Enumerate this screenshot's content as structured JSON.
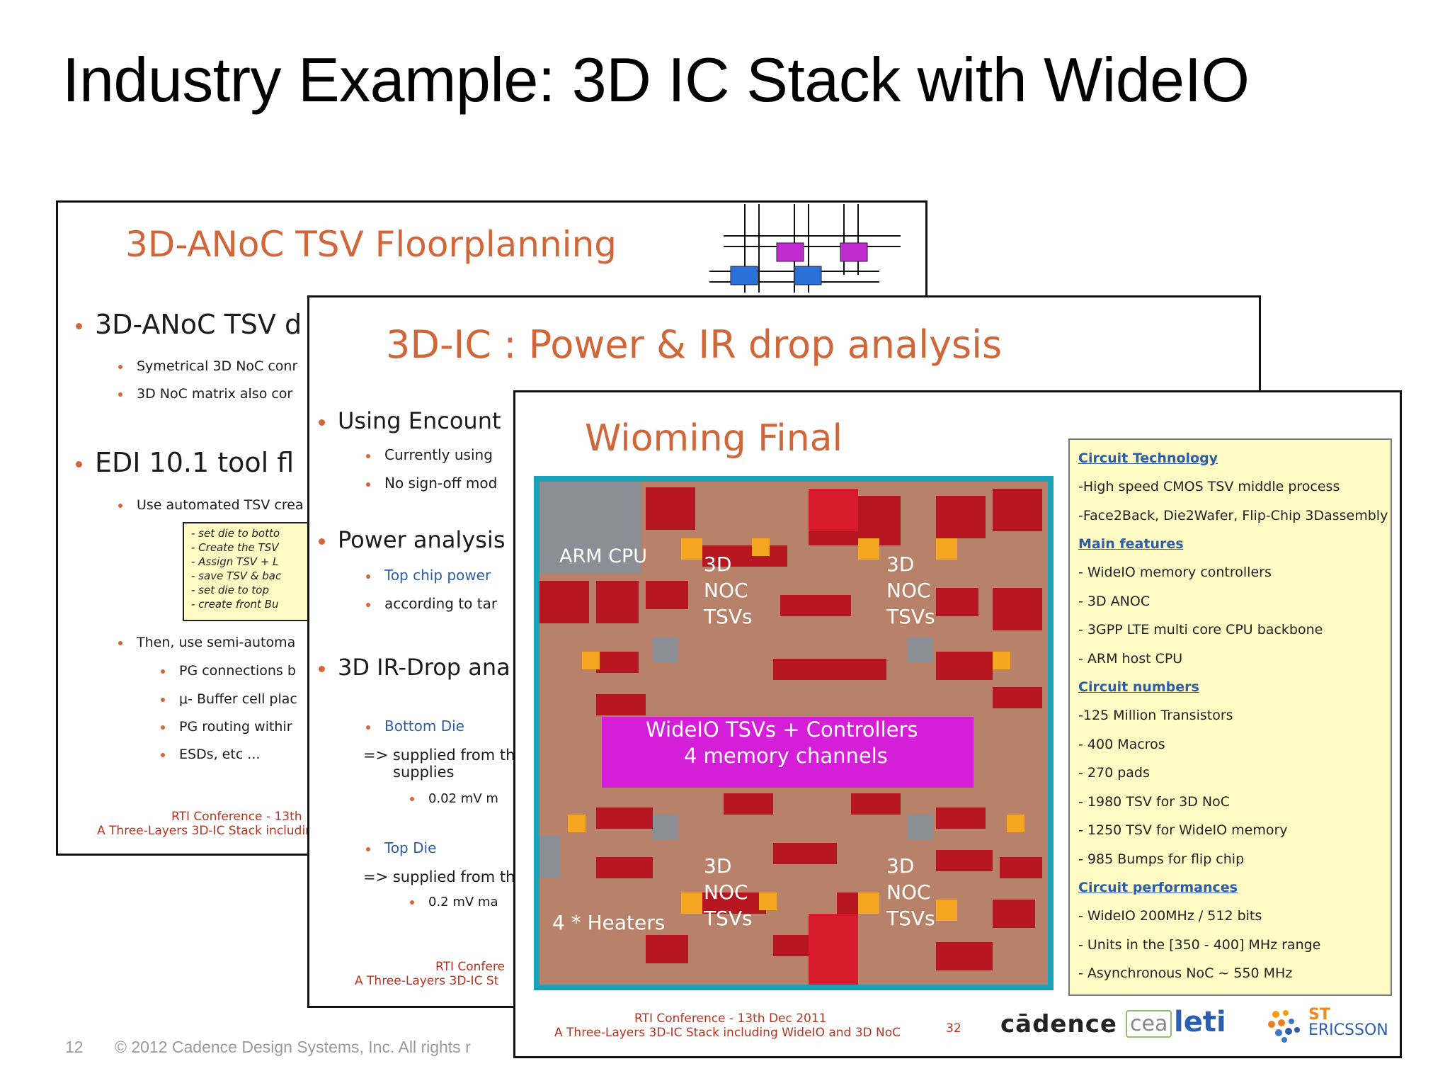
{
  "title": "Industry Example: 3D IC Stack with WideIO",
  "footer": {
    "page_number": "12",
    "copyright": "© 2012 Cadence Design Systems, Inc. All rights r"
  },
  "slide1": {
    "title": "3D-ANoC TSV Floorplanning",
    "bullet1": "3D-ANoC TSV d",
    "sub1": "Symetrical 3D NoC conr",
    "sub2": "3D NoC matrix also cor",
    "bullet2": "EDI 10.1 tool fl",
    "sub3": "Use automated TSV crea",
    "code": [
      "- set die to botto",
      "- Create the TSV",
      "- Assign TSV + L",
      "- save TSV & bac",
      "- set die to top",
      "- create front Bu"
    ],
    "sub4": "Then, use semi-automa",
    "subsub": [
      "PG connections b",
      "μ- Buffer cell plac",
      "PG routing  withir",
      "ESDs, etc ..."
    ],
    "footer1": "RTI Conference - 13th",
    "footer2": "A Three-Layers 3D-IC Stack includir"
  },
  "slide2": {
    "title": "3D-IC : Power & IR drop analysis",
    "b1": "Using Encount",
    "b1s1": "Currently using",
    "b1s2": "No sign-off mod",
    "b2": "Power analysis",
    "b2s1": "Top chip power",
    "b2s2": "according to tar",
    "b3": "3D IR-Drop ana",
    "bottom_die": "Bottom Die",
    "supplied1a": "=> supplied from th",
    "supplied1b": "supplies",
    "mv1": "0.02 mV  m",
    "top_die": "Top Die",
    "supplied2": "=> supplied from th",
    "mv2": "0.2 mV  ma",
    "footer1": "RTI Confere",
    "footer2": "A Three-Layers 3D-IC St"
  },
  "slide3": {
    "title": "Wioming Final",
    "chip_labels": {
      "arm": "ARM CPU",
      "noc": [
        "3D",
        "NOC",
        "TSVs"
      ],
      "wideio1": "WideIO TSVs + Controllers",
      "wideio2": "4 memory channels",
      "heaters": "4 * Heaters"
    },
    "spec": [
      {
        "h": "Circuit Technology"
      },
      {
        "t": "-High speed CMOS TSV middle process"
      },
      {
        "t": "-Face2Back, Die2Wafer, Flip-Chip 3Dassembly"
      },
      {
        "h": "Main features"
      },
      {
        "t": "- WideIO memory controllers"
      },
      {
        "t": "- 3D ANOC"
      },
      {
        "t": "- 3GPP LTE multi core CPU backbone"
      },
      {
        "t": "- ARM host CPU"
      },
      {
        "h": "Circuit numbers"
      },
      {
        "t": "-125 Million Transistors"
      },
      {
        "t": "- 400 Macros"
      },
      {
        "t": "- 270 pads"
      },
      {
        "t": "- 1980 TSV for 3D NoC"
      },
      {
        "t": "- 1250 TSV for WideIO memory"
      },
      {
        "t": "- 985 Bumps for flip chip"
      },
      {
        "h": "Circuit performances"
      },
      {
        "t": "- WideIO 200MHz / 512 bits"
      },
      {
        "t": "- Units in the [350 - 400] MHz range"
      },
      {
        "t": "- Asynchronous NoC ~ 550 MHz"
      }
    ],
    "footer1": "RTI Conference - 13th Dec 2011",
    "footer2": "A Three-Layers 3D-IC Stack including WideIO and 3D NoC",
    "page": "32",
    "logos": [
      "cādence",
      "cea",
      "leti",
      "ST",
      "ERICSSON"
    ],
    "colors": {
      "chip_bg": "#b8826a",
      "macro": "#b5161f",
      "tsv": "#f5a623",
      "wideio": "#d51ed8",
      "border": "#1aa2b8"
    }
  }
}
